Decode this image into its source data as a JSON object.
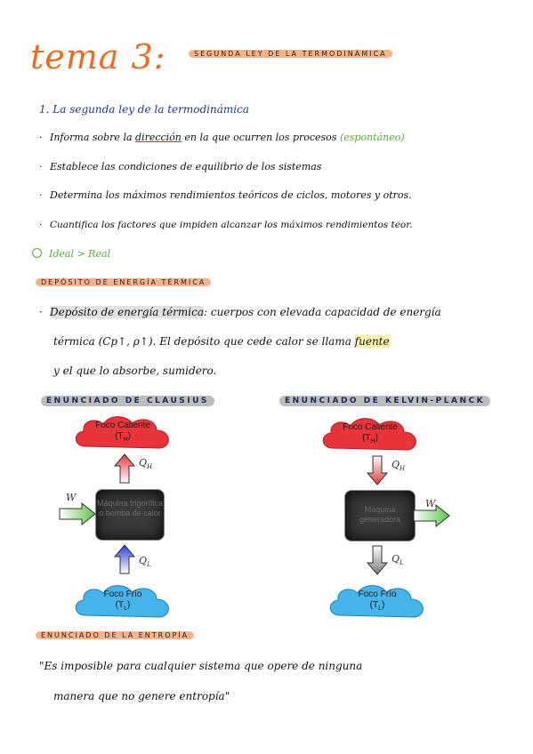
{
  "header": {
    "title": "tema 3:",
    "subtitle": "SEGUNDA LEY DE LA TERMODINÁMICA"
  },
  "section1": {
    "heading": "1. La segunda ley de la termodinámica",
    "bullets": [
      {
        "pre": "Informa sobre la ",
        "u": "dirección",
        "post": " en la que ocurren los procesos ",
        "green": "(espontáneo)"
      },
      {
        "pre": "Establece las condiciones de equilibrio de los sistemas"
      },
      {
        "pre": "Determina los máximos rendimientos teóricos de ciclos, motores y otros."
      },
      {
        "pre": "Cuantifica los factores que impiden alcanzar los máximos rendimientos teor."
      }
    ],
    "ideal_note": "Ideal > Real"
  },
  "section2": {
    "heading": "DEPÓSITO DE ENERGÍA TÉRMICA",
    "term": "Depósito de energía térmica",
    "line1_rest": ": cuerpos con elevada capacidad de energía",
    "line2_pre": "térmica (Cp↑, ρ↑). El depósito que cede calor se llama ",
    "line2_hl": "fuente",
    "line3": "y el que lo absorbe, sumidero."
  },
  "clausius": {
    "heading": "ENUNCIADO DE CLAUSIUS",
    "hot": "Foco Caliente",
    "hot_sub": "(T",
    "hot_sub_idx": "H",
    "cold": "Foco Frío",
    "cold_sub": "(T",
    "cold_sub_idx": "L",
    "machine": "Máquina frigorífica o bomba de calor",
    "qh": "Q",
    "qh_idx": "H",
    "ql": "Q",
    "ql_idx": "L",
    "w": "W"
  },
  "kelvin": {
    "heading": "ENUNCIADO DE KELVIN-PLANCK",
    "hot": "Foco Caliente",
    "hot_sub": "(T",
    "hot_sub_idx": "H",
    "cold": "Foco Frío",
    "cold_sub": "(T",
    "cold_sub_idx": "L",
    "machine": "Máquina generadora",
    "qh": "Q",
    "qh_idx": "H",
    "ql": "Q",
    "ql_idx": "L",
    "w": "W"
  },
  "section3": {
    "heading": "ENUNCIADO DE LA ENTROPÍA",
    "quote_line1": "\"Es imposible para cualquier sistema que opere de ninguna",
    "quote_line2": "manera que no genere entropía\""
  },
  "colors": {
    "title": "#f26a1b",
    "highlight": "#f7b48c",
    "heading_blue": "#1d3b8f",
    "green": "#5aa83c",
    "hot_cloud": "#e8343a",
    "cold_cloud": "#45b4ea"
  }
}
